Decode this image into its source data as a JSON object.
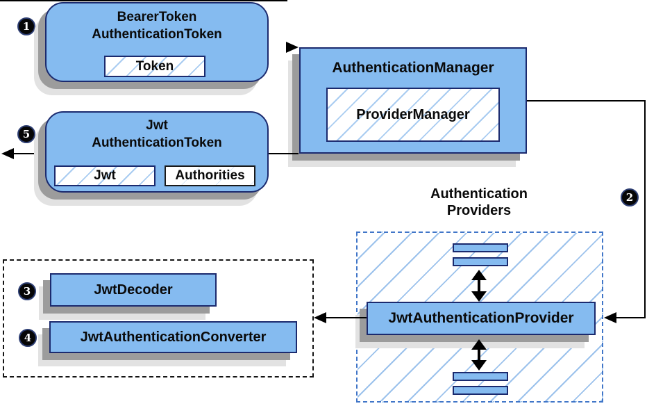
{
  "nodes": {
    "bearer": {
      "title1": "BearerToken",
      "title2": "AuthenticationToken",
      "token": "Token"
    },
    "manager": {
      "title": "AuthenticationManager",
      "inner": "ProviderManager"
    },
    "jwt_token": {
      "title1": "Jwt",
      "title2": "AuthenticationToken",
      "jwt": "Jwt",
      "authorities": "Authorities"
    },
    "providers_group": {
      "label1": "Authentication",
      "label2": "Providers",
      "provider": "JwtAuthenticationProvider"
    },
    "resolver_group": {
      "decoder": "JwtDecoder",
      "converter": "JwtAuthenticationConverter"
    }
  },
  "steps": {
    "s1": "1",
    "s2": "2",
    "s3": "3",
    "s4": "4",
    "s5": "5"
  },
  "colors": {
    "node_fill": "#85bbf0",
    "node_border": "#1b2a6e",
    "hatch_line": "#a9ccf1",
    "group_dash_blue": "#4176c8",
    "group_dash_black": "#141414",
    "shadow_dark": "#9c9c9c",
    "shadow_light": "#e2e2e2",
    "connector": "#000000",
    "badge_bg": "#060606",
    "badge_text": "#ffffff"
  }
}
